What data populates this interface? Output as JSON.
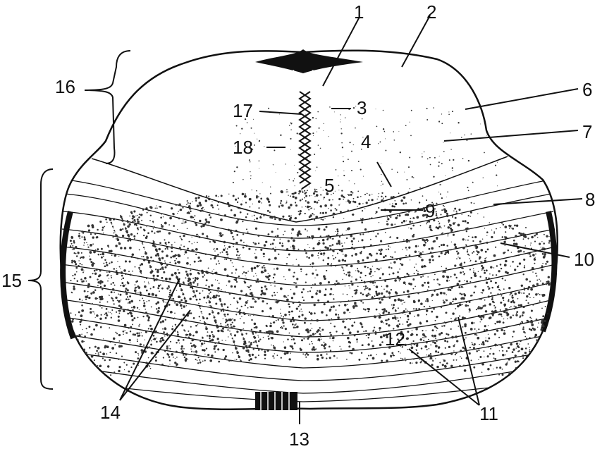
{
  "figure": {
    "colors": {
      "ink": "#111111",
      "paper": "#ffffff",
      "stipple": "#333333"
    },
    "labels": {
      "l1": "1",
      "l2": "2",
      "l3": "3",
      "l4": "4",
      "l5": "5",
      "l6": "6",
      "l7": "7",
      "l8": "8",
      "l9": "9",
      "l10": "10",
      "l11": "11",
      "l12": "12",
      "l13": "13",
      "l14": "14",
      "l15": "15",
      "l16": "16",
      "l17": "17",
      "l18": "18"
    }
  }
}
